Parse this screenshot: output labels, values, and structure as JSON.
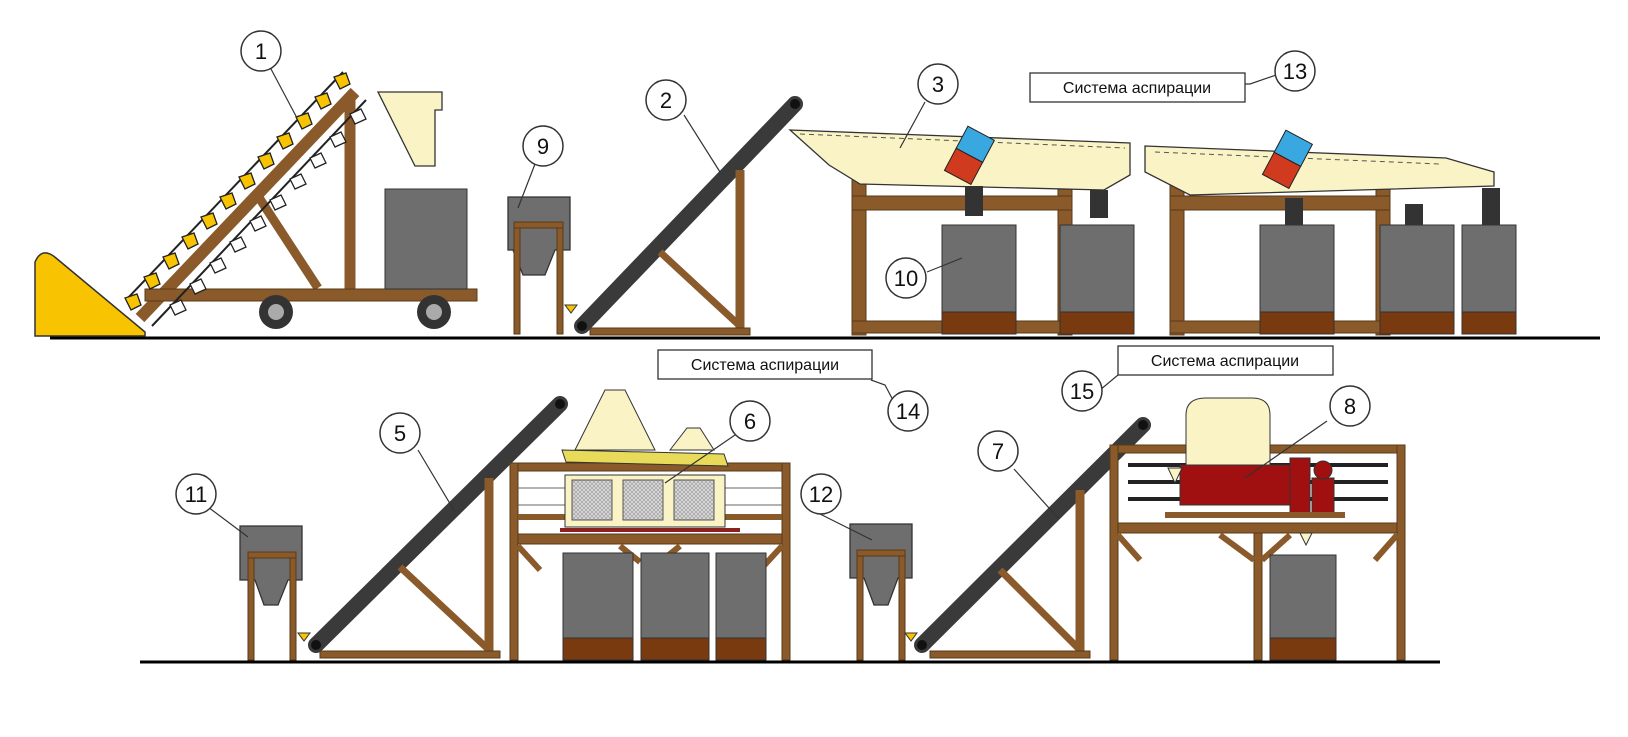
{
  "diagram": {
    "callouts": [
      {
        "id": "c1",
        "number": "1"
      },
      {
        "id": "c2",
        "number": "2"
      },
      {
        "id": "c3",
        "number": "3"
      },
      {
        "id": "c5",
        "number": "5"
      },
      {
        "id": "c6",
        "number": "6"
      },
      {
        "id": "c7",
        "number": "7"
      },
      {
        "id": "c8",
        "number": "8"
      },
      {
        "id": "c9",
        "number": "9"
      },
      {
        "id": "c10",
        "number": "10"
      },
      {
        "id": "c11",
        "number": "11"
      },
      {
        "id": "c12",
        "number": "12"
      },
      {
        "id": "c13",
        "number": "13"
      },
      {
        "id": "c14",
        "number": "14"
      },
      {
        "id": "c15",
        "number": "15"
      }
    ],
    "aspiration_labels": [
      {
        "id": "a13",
        "text": "Система аспирации"
      },
      {
        "id": "a14",
        "text": "Система аспирации"
      },
      {
        "id": "a15",
        "text": "Система аспирации"
      }
    ],
    "colors": {
      "wood": "#8B5A2B",
      "wood_dark": "#5A3A1A",
      "bag_gray": "#6E6E6E",
      "belt_dark": "#3A3A3A",
      "cream": "#FAF3C6",
      "yellow": "#F8C300",
      "motor_blue": "#3AA8E0",
      "motor_red": "#D03A1E",
      "crusher_red": "#A01010"
    }
  }
}
